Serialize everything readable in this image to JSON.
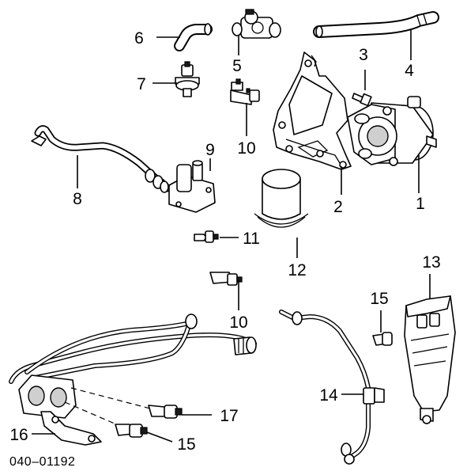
{
  "callouts": {
    "c1": "1",
    "c2": "2",
    "c3": "3",
    "c4": "4",
    "c5": "5",
    "c6": "6",
    "c7": "7",
    "c8": "8",
    "c9": "9",
    "c10a": "10",
    "c10b": "10",
    "c11": "11",
    "c12": "12",
    "c13": "13",
    "c14": "14",
    "c15a": "15",
    "c15b": "15",
    "c16": "16",
    "c17": "17"
  },
  "reference_code": "040–01192"
}
